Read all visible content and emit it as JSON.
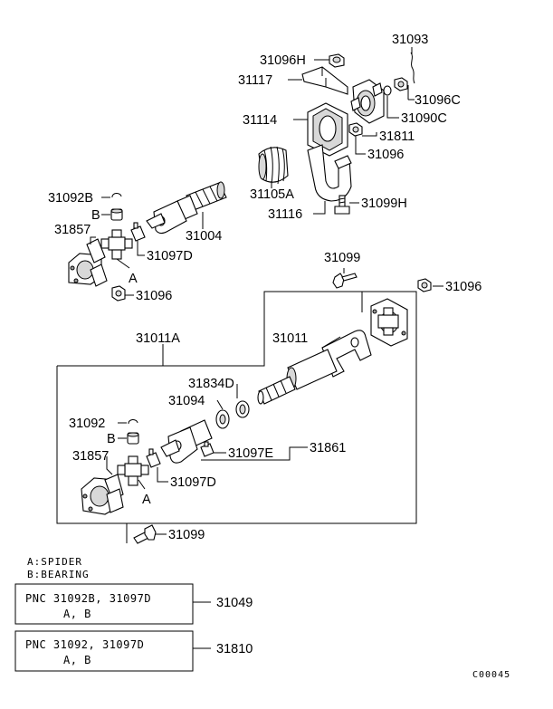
{
  "part_numbers": {
    "p31093": "31093",
    "p31096H": "31096H",
    "p31117": "31117",
    "p31096C": "31096C",
    "p31114": "31114",
    "p31090C": "31090C",
    "p31811": "31811",
    "p31096_top": "31096",
    "p31105A": "31105A",
    "p31092B": "31092B",
    "p31099H": "31099H",
    "p31116": "31116",
    "B_upper": "B",
    "p31004": "31004",
    "p31857_upper": "31857",
    "p31097D_upper": "31097D",
    "A_upper": "A",
    "p31096_mid": "31096",
    "p31099_top": "31099",
    "p31096_right": "31096",
    "p31011A": "31011A",
    "p31011": "31011",
    "p31834D": "31834D",
    "p31094": "31094",
    "p31092": "31092",
    "B_lower": "B",
    "p31097E": "31097E",
    "p31861": "31861",
    "p31857_lower": "31857",
    "p31097D_lower": "31097D",
    "A_lower": "A",
    "p31099_bottom": "31099"
  },
  "legend": {
    "a": "A:SPIDER",
    "b": "B:BEARING"
  },
  "pnc_boxes": [
    {
      "line1": "PNC  31092B, 31097D",
      "line2": "A, B",
      "ref": "31049"
    },
    {
      "line1": "PNC  31092, 31097D",
      "line2": "A, B",
      "ref": "31810"
    }
  ],
  "figure_code": "C00045"
}
